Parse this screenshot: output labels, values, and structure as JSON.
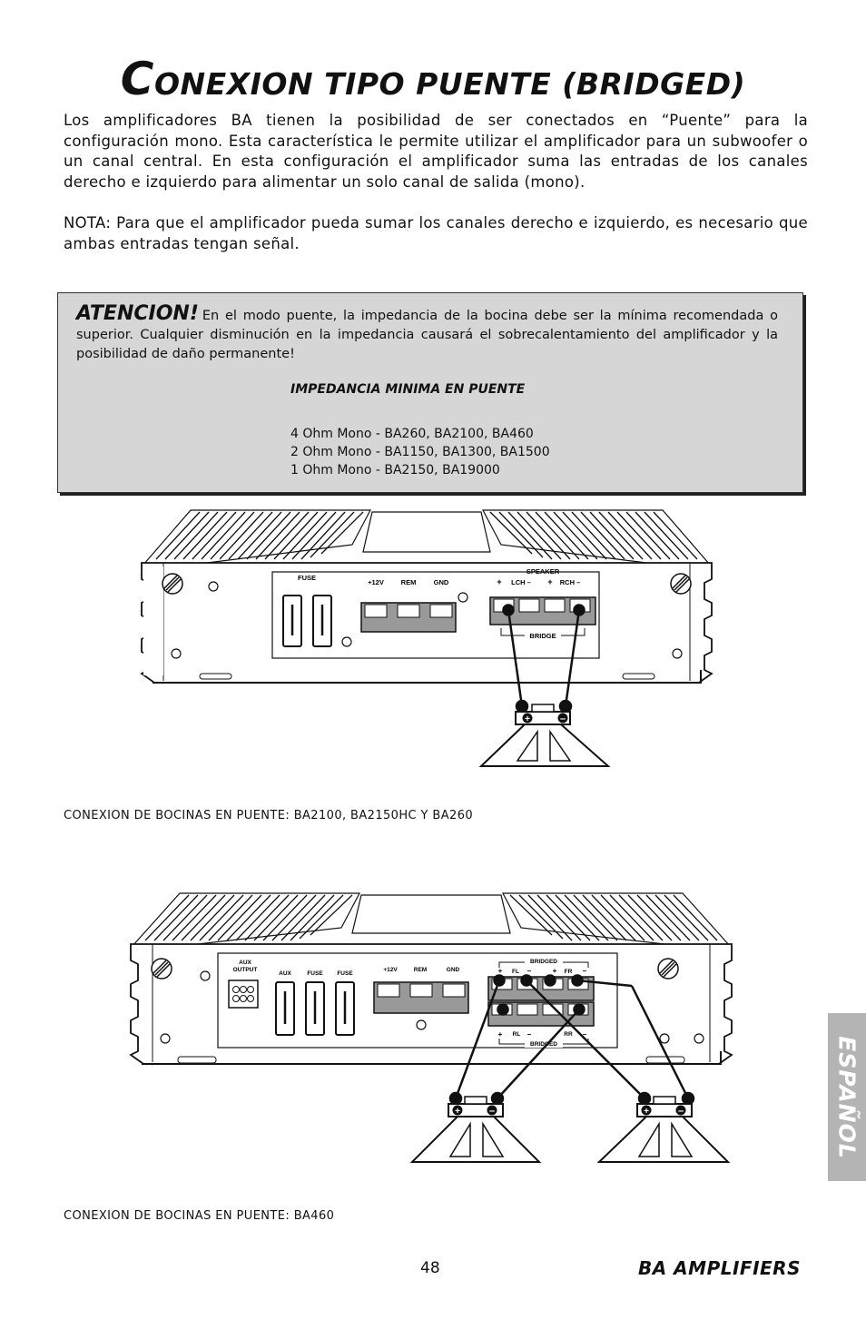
{
  "header": {
    "title_initial": "C",
    "title_rest": "ONEXION TIPO PUENTE (BRIDGED)"
  },
  "intro": {
    "paragraph": "Los amplificadores BA tienen la posibilidad de ser conectados en “Puente” para la configuración mono. Esta característica le permite utilizar el amplificador para un subwoofer o un canal central. En esta configuración el amplificador suma las entradas de los canales derecho e izquierdo para alimentar un solo canal de salida (mono).",
    "note": "NOTA: Para que el amplificador pueda sumar los canales derecho e izquierdo, es necesario que ambas entradas tengan señal."
  },
  "warning": {
    "label": "ATENCION!",
    "text": "En el modo puente, la impedancia de la bocina debe ser la mínima recomendada o superior.  Cualquier disminución en la impedancia causará el sobrecalentamiento del amplificador y la posibilidad de daño permanente!",
    "heading": "IMPEDANCIA MINIMA EN PUENTE",
    "items": [
      "4 Ohm Mono - BA260, BA2100, BA460",
      "2 Ohm Mono - BA1150, BA1300, BA1500",
      "1 Ohm Mono - BA2150, BA19000"
    ]
  },
  "diagram1": {
    "fuse": "FUSE",
    "v12": "+12V",
    "rem": "REM",
    "gnd": "GND",
    "speaker": "SPEAKER",
    "plus1": "+",
    "lch": "LCH –",
    "plus2": "+",
    "rch": "RCH –",
    "bridge": "BRIDGE",
    "caption": "CONEXION DE BOCINAS EN PUENTE: BA2100, BA2150HC Y BA260"
  },
  "diagram2": {
    "aux_output_1": "AUX",
    "aux_output_2": "OUTPUT",
    "aux": "AUX",
    "fuse1": "FUSE",
    "fuse2": "FUSE",
    "v12": "+12V",
    "rem": "REM",
    "gnd": "GND",
    "bridged_top": "BRIDGED",
    "fl_plus": "+",
    "fl": "FL",
    "fl_minus": "–",
    "fr_plus": "+",
    "fr": "FR",
    "fr_minus": "–",
    "rl_plus": "+",
    "rl": "RL",
    "rl_minus": "–",
    "rr": "RR",
    "rr_minus": "–",
    "bridged_bottom": "BRIDGED",
    "caption": "CONEXION DE BOCINAS EN PUENTE: BA460"
  },
  "footer": {
    "page": "48",
    "brand": "BA AMPLIFIERS"
  },
  "side_tab": {
    "label": "ESPAÑOL"
  }
}
